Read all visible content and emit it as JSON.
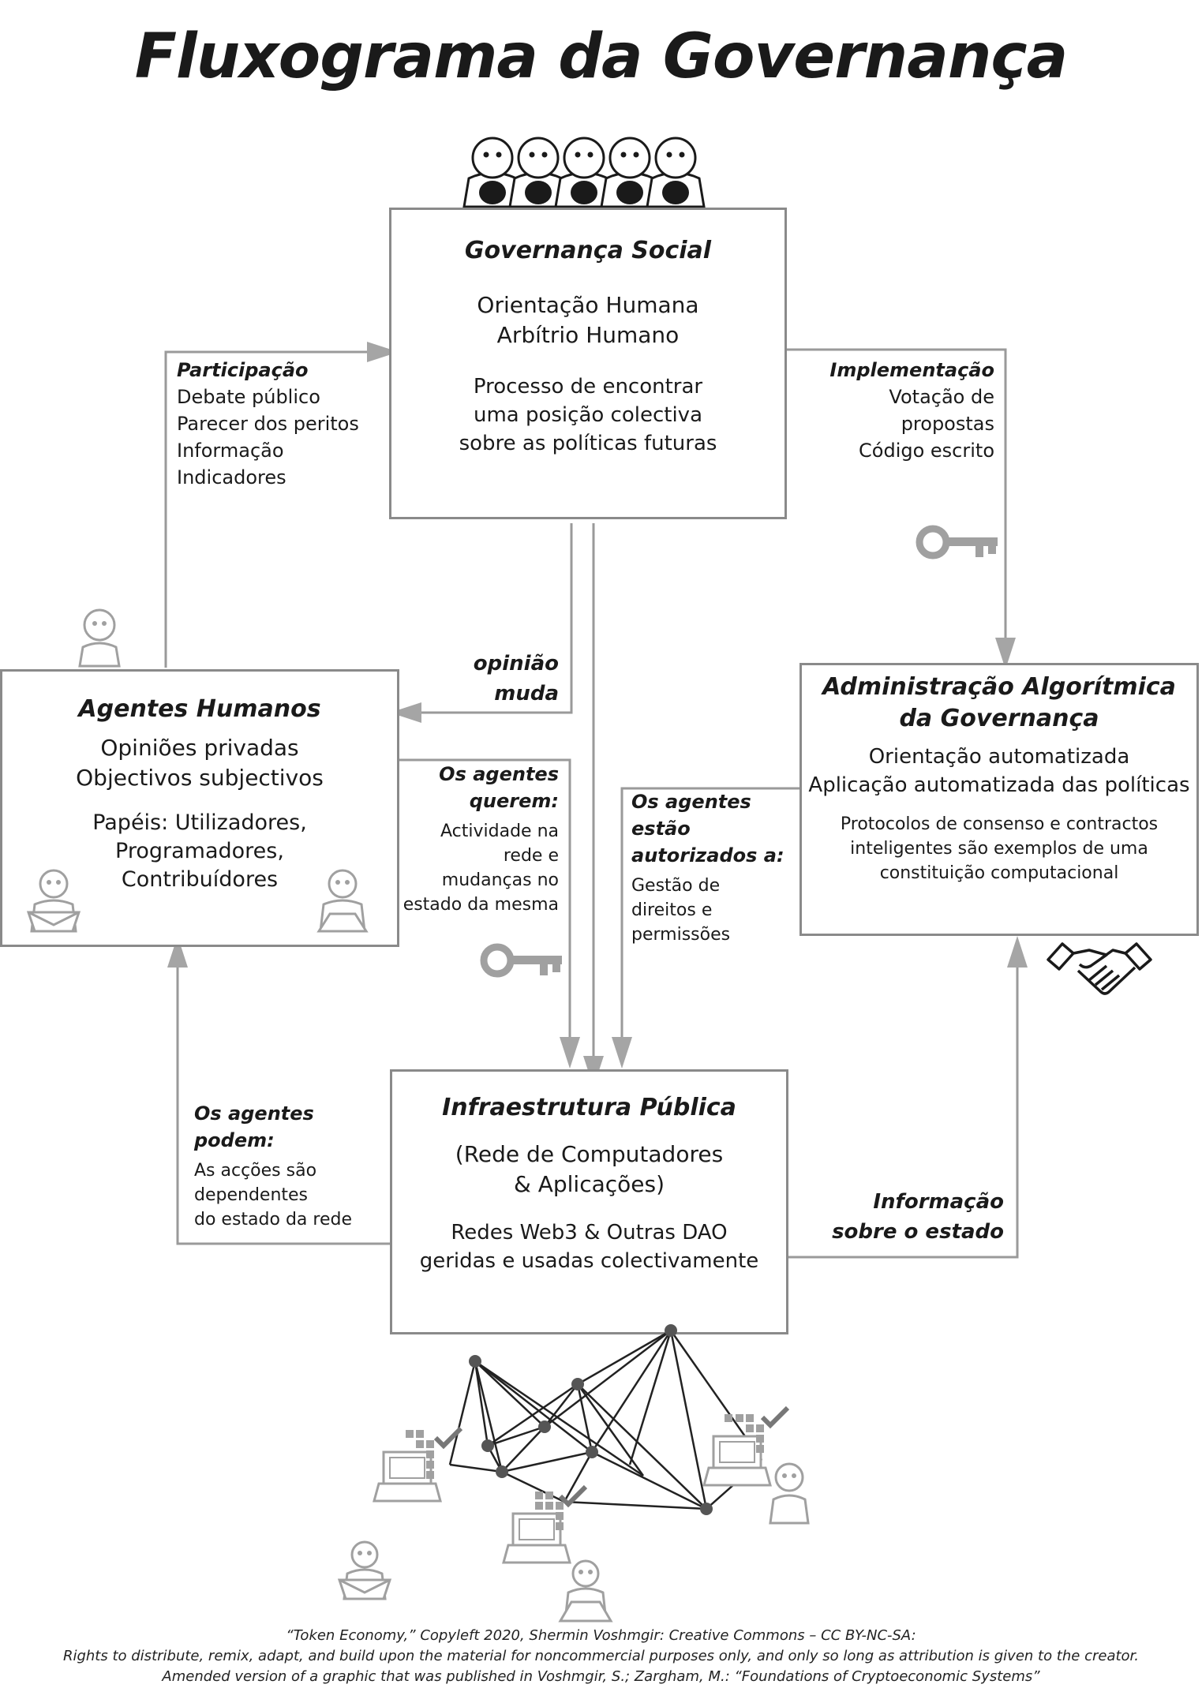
{
  "title": "Fluxograma da Governança",
  "social": {
    "title": "Governança Social",
    "line1": "Orientação Humana",
    "line2": "Arbítrio Humano",
    "p1": "Processo de encontrar",
    "p2": "uma posição colectiva",
    "p3": "sobre as políticas futuras"
  },
  "humans": {
    "title": "Agentes Humanos",
    "line1": "Opiniões privadas",
    "line2": "Objectivos subjectivos",
    "p1": "Papéis: Utilizadores,",
    "p2": "Programadores,",
    "p3": "Contribuídores"
  },
  "admin": {
    "title1": "Administração Algorítmica",
    "title2": "da Governança",
    "line1": "Orientação automatizada",
    "line2": "Aplicação automatizada das políticas",
    "p1": "Protocolos de consenso e contractos",
    "p2": "inteligentes são exemplos de uma",
    "p3": "constituição computacional"
  },
  "infra": {
    "title": "Infraestrutura Pública",
    "line1": "(Rede de Computadores",
    "line2": "& Aplicações)",
    "p1": "Redes Web3 & Outras DAO",
    "p2": "geridas e usadas colectivamente"
  },
  "participation": {
    "heading": "Participação",
    "items": [
      "Debate público",
      "Parecer dos peritos",
      "Informação",
      "Indicadores"
    ]
  },
  "implementation": {
    "heading": "Implementação",
    "items": [
      "Votação de",
      "propostas",
      "Código escrito"
    ]
  },
  "opinion": {
    "l1": "opinião",
    "l2": "muda"
  },
  "want": {
    "h1": "Os agentes",
    "h2": "querem:",
    "items": [
      "Actividade na",
      "rede e",
      "mudanças no",
      "estado da mesma"
    ]
  },
  "authorized": {
    "h1": "Os agentes",
    "h2": "estão",
    "h3": "autorizados a:",
    "items": [
      "Gestão de",
      "direitos e",
      "permissões"
    ]
  },
  "can": {
    "h1": "Os agentes",
    "h2": "podem:",
    "items": [
      "As acções são",
      "dependentes",
      "do estado da rede"
    ]
  },
  "stateinfo": {
    "l1": "Informação",
    "l2": "sobre o estado"
  },
  "credit": {
    "l1": "“Token Economy,” Copyleft 2020, Shermin Voshmgir: Creative Commons – CC BY-NC-SA:",
    "l2": "Rights to distribute, remix, adapt, and build upon the material  for noncommercial purposes only, and only so long as attribution is given to the creator.",
    "l3": "Amended version of a graphic that was published in Voshmgir, S.; Zargham, M.: “Foundations of Cryptoeconomic Systems”"
  },
  "colors": {
    "line": "#9a9a9a",
    "box_border": "#8a8a8a",
    "icon_gray": "#a0a0a0",
    "text": "#1a1a1a"
  }
}
